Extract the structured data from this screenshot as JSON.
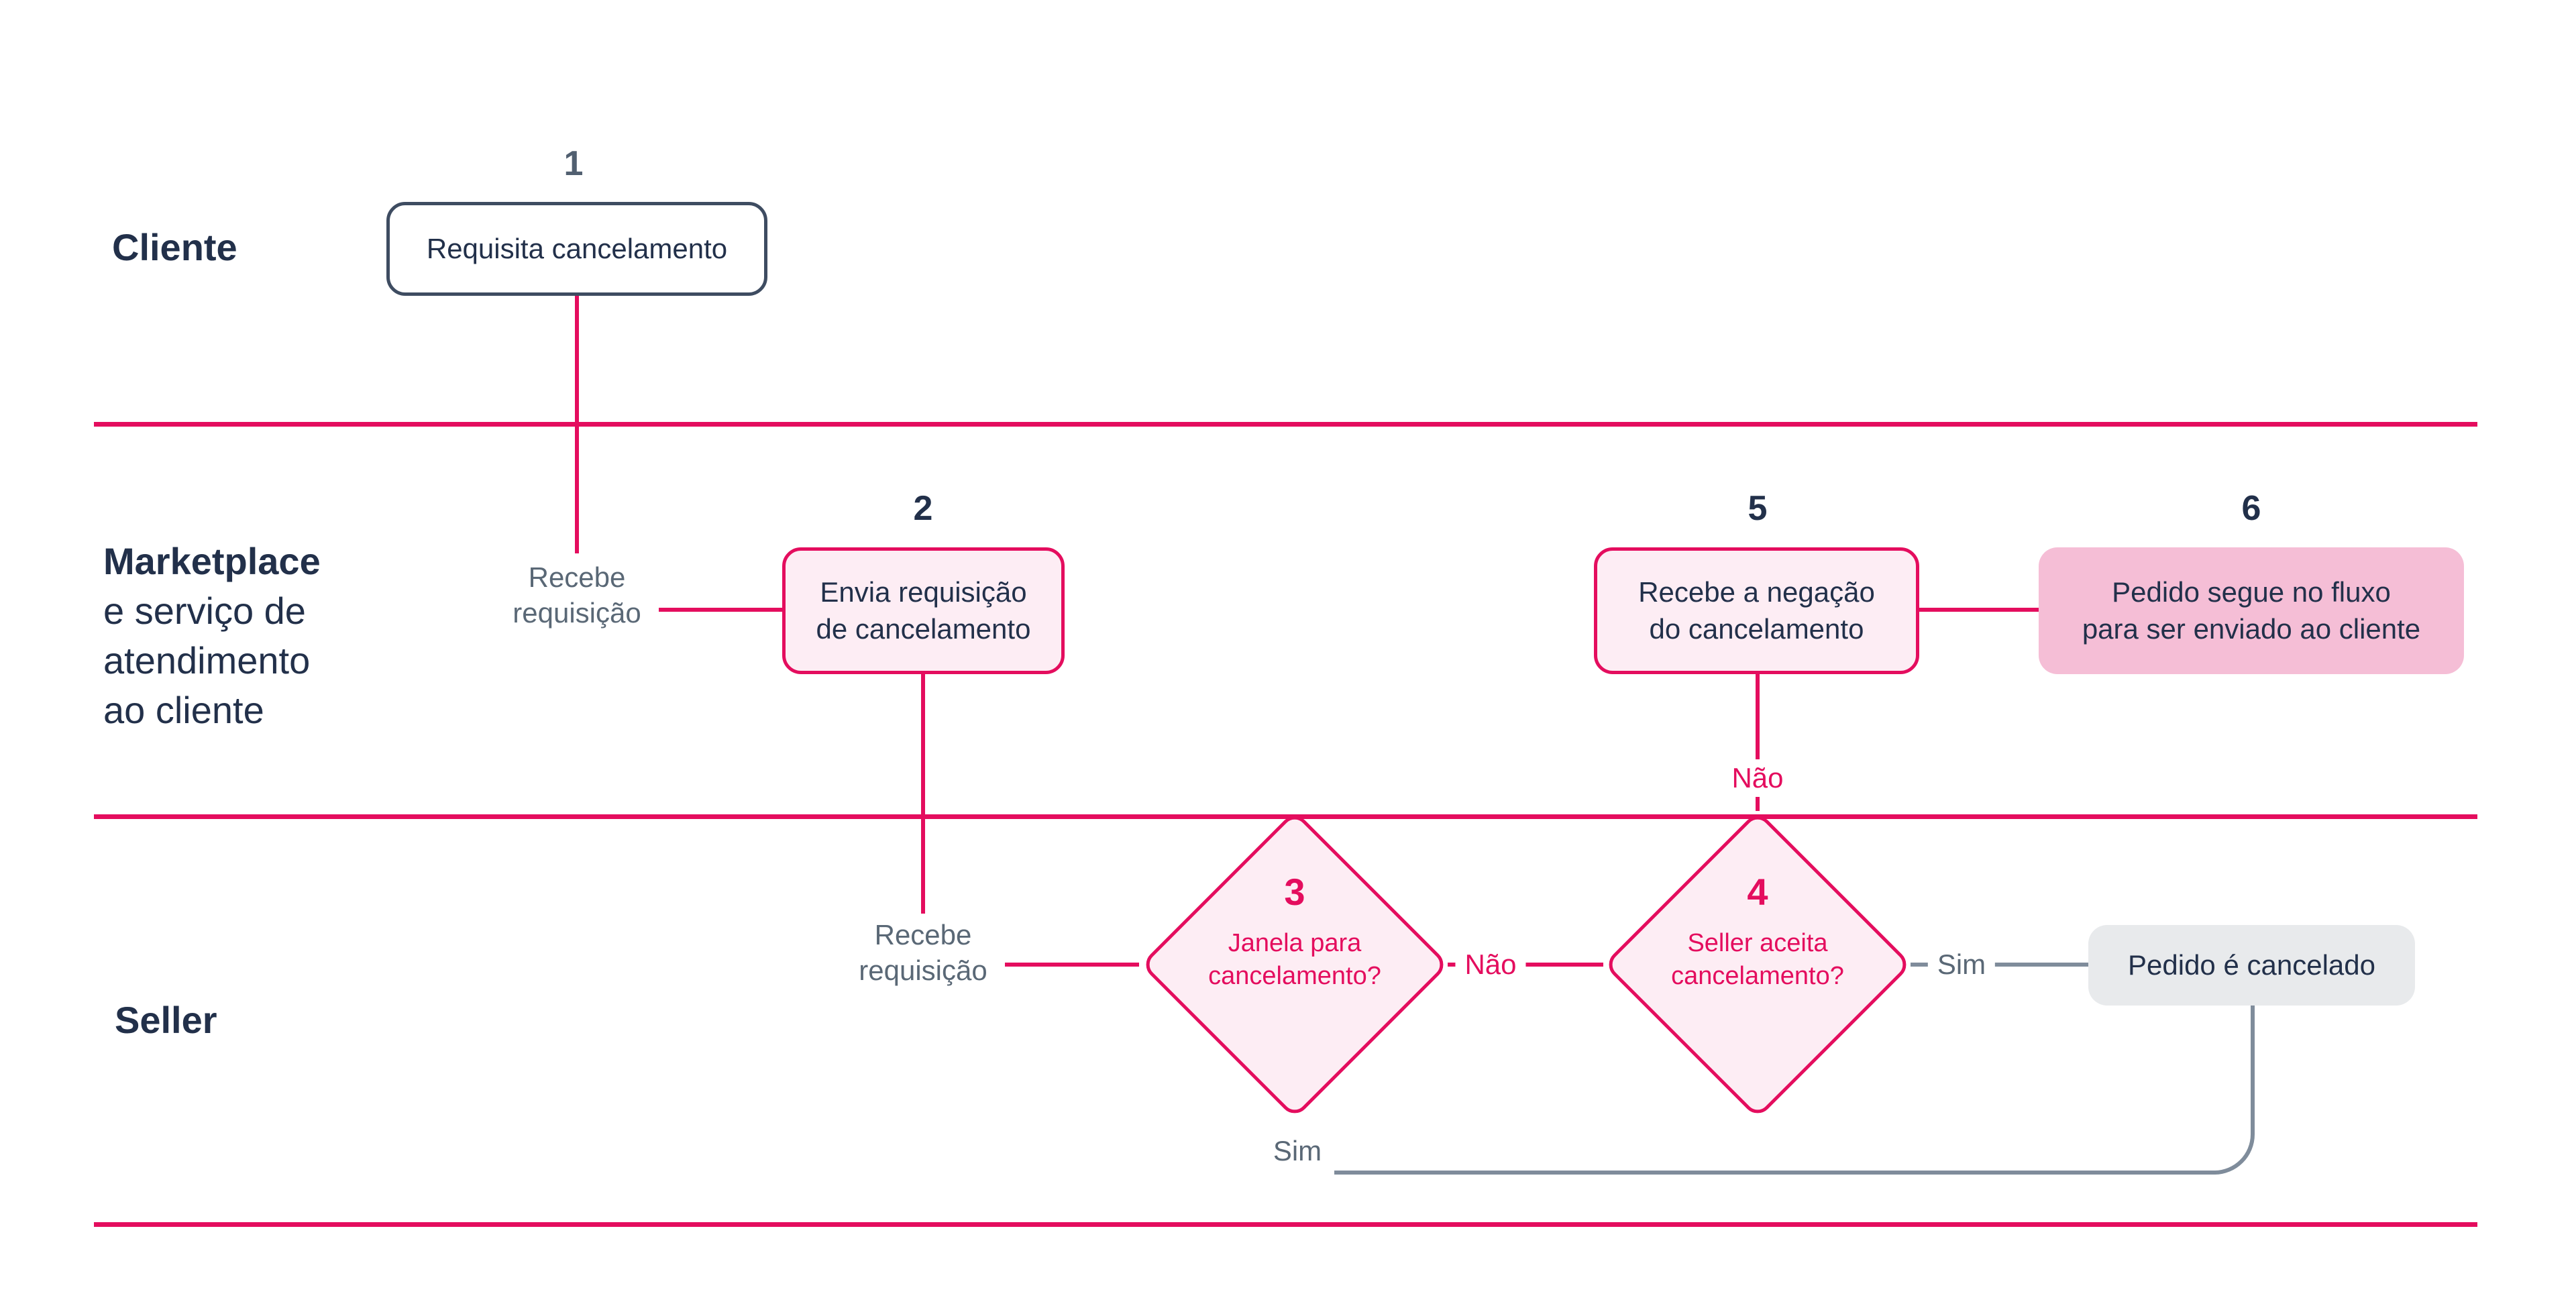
{
  "colors": {
    "pink": "#e40d5e",
    "pink-light": "#fdedf4",
    "pink-medium": "#f5bed6",
    "navy": "#22304a",
    "gray-text": "#5a6876",
    "gray-line": "#7f8c9b",
    "gray-fill": "#e8eaec",
    "slate-border": "#3e4c61",
    "number-gray": "#515f70"
  },
  "lanes": {
    "cliente": {
      "label": "Cliente"
    },
    "marketplace": {
      "line1": "Marketplace",
      "line2": "e serviço de",
      "line3": "atendimento",
      "line4": "ao cliente"
    },
    "seller": {
      "label": "Seller"
    }
  },
  "nodes": {
    "step1": {
      "number": "1",
      "label": "Requisita cancelamento"
    },
    "step2": {
      "number": "2",
      "line1": "Envia requisição",
      "line2": "de cancelamento"
    },
    "step3": {
      "number": "3",
      "line1": "Janela para",
      "line2": "cancelamento?"
    },
    "step4": {
      "number": "4",
      "line1": "Seller aceita",
      "line2": "cancelamento?"
    },
    "step5": {
      "number": "5",
      "line1": "Recebe a negação",
      "line2": "do cancelamento"
    },
    "step6": {
      "number": "6",
      "line1": "Pedido segue no fluxo",
      "line2": "para ser enviado ao cliente"
    },
    "pedido_cancelado": {
      "label": "Pedido é cancelado"
    }
  },
  "edge_labels": {
    "recebe_mkt": {
      "line1": "Recebe",
      "line2": "requisição"
    },
    "recebe_seller": {
      "line1": "Recebe",
      "line2": "requisição"
    },
    "nao_between": "Não",
    "nao_up": "Não",
    "sim_right": "Sim",
    "sim_down": "Sim"
  }
}
